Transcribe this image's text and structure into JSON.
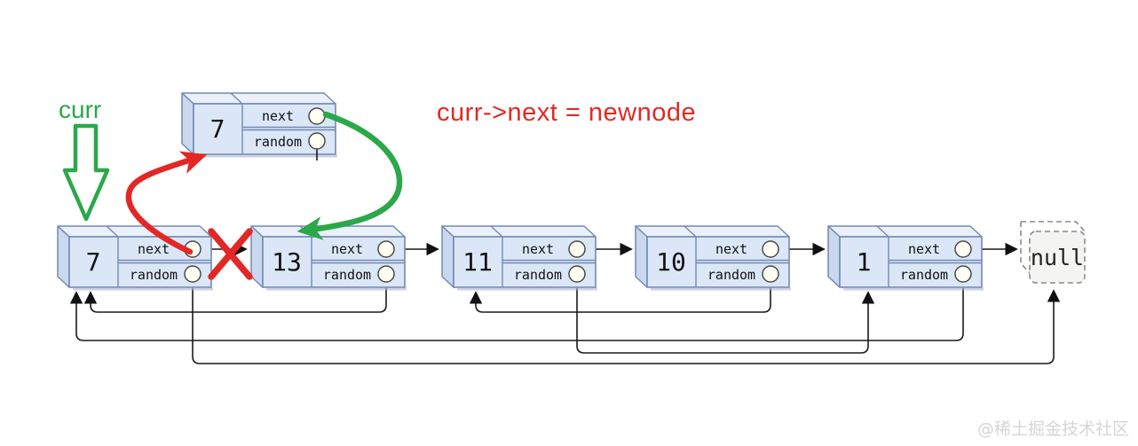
{
  "diagram": {
    "type": "linked-list-insertion",
    "nodes": [
      {
        "id": "newnode",
        "value": "7",
        "fields": [
          "next",
          "random"
        ]
      },
      {
        "id": "n7",
        "value": "7",
        "fields": [
          "next",
          "random"
        ]
      },
      {
        "id": "n13",
        "value": "13",
        "fields": [
          "next",
          "random"
        ]
      },
      {
        "id": "n11",
        "value": "11",
        "fields": [
          "next",
          "random"
        ]
      },
      {
        "id": "n10",
        "value": "10",
        "fields": [
          "next",
          "random"
        ]
      },
      {
        "id": "n1",
        "value": "1",
        "fields": [
          "next",
          "random"
        ]
      }
    ],
    "null_label": "null",
    "next_edges": [
      {
        "from": "n7",
        "to": "n13",
        "status": "crossed-out"
      },
      {
        "from": "n13",
        "to": "n11"
      },
      {
        "from": "n11",
        "to": "n10"
      },
      {
        "from": "n10",
        "to": "n1"
      },
      {
        "from": "n1",
        "to": "null"
      }
    ],
    "random_edges": [
      {
        "from": "n7",
        "to": "null"
      },
      {
        "from": "n13",
        "to": "n7"
      },
      {
        "from": "n11",
        "to": "n1"
      },
      {
        "from": "n10",
        "to": "n11"
      },
      {
        "from": "n1",
        "to": "n7"
      }
    ],
    "annotations": {
      "curr_pointer": {
        "text": "curr",
        "color": "#2ba84a",
        "points_to": "n7"
      },
      "statement": {
        "text": "curr->next = newnode",
        "color": "#e02a22"
      },
      "red_arrow": {
        "from": "n7.next",
        "to": "newnode",
        "color": "#e32726"
      },
      "green_arrow": {
        "from": "newnode.next",
        "to": "n13",
        "color": "#2ba84a"
      },
      "cross_out": {
        "on": "n7->n13",
        "color": "#e32726"
      }
    }
  },
  "labels": {
    "next": "next",
    "random": "random"
  },
  "watermark": "@稀土掘金技术社区",
  "colors": {
    "node_fill": "#dbe7f7",
    "node_top": "#eaf1fb",
    "node_side": "#c9d8ee",
    "node_border": "#7489b3",
    "wire": "#1a1a1a",
    "red": "#e32726",
    "green": "#2ba84a",
    "null_fill": "#f4f4f2",
    "watermark": "#d6d6d6"
  }
}
